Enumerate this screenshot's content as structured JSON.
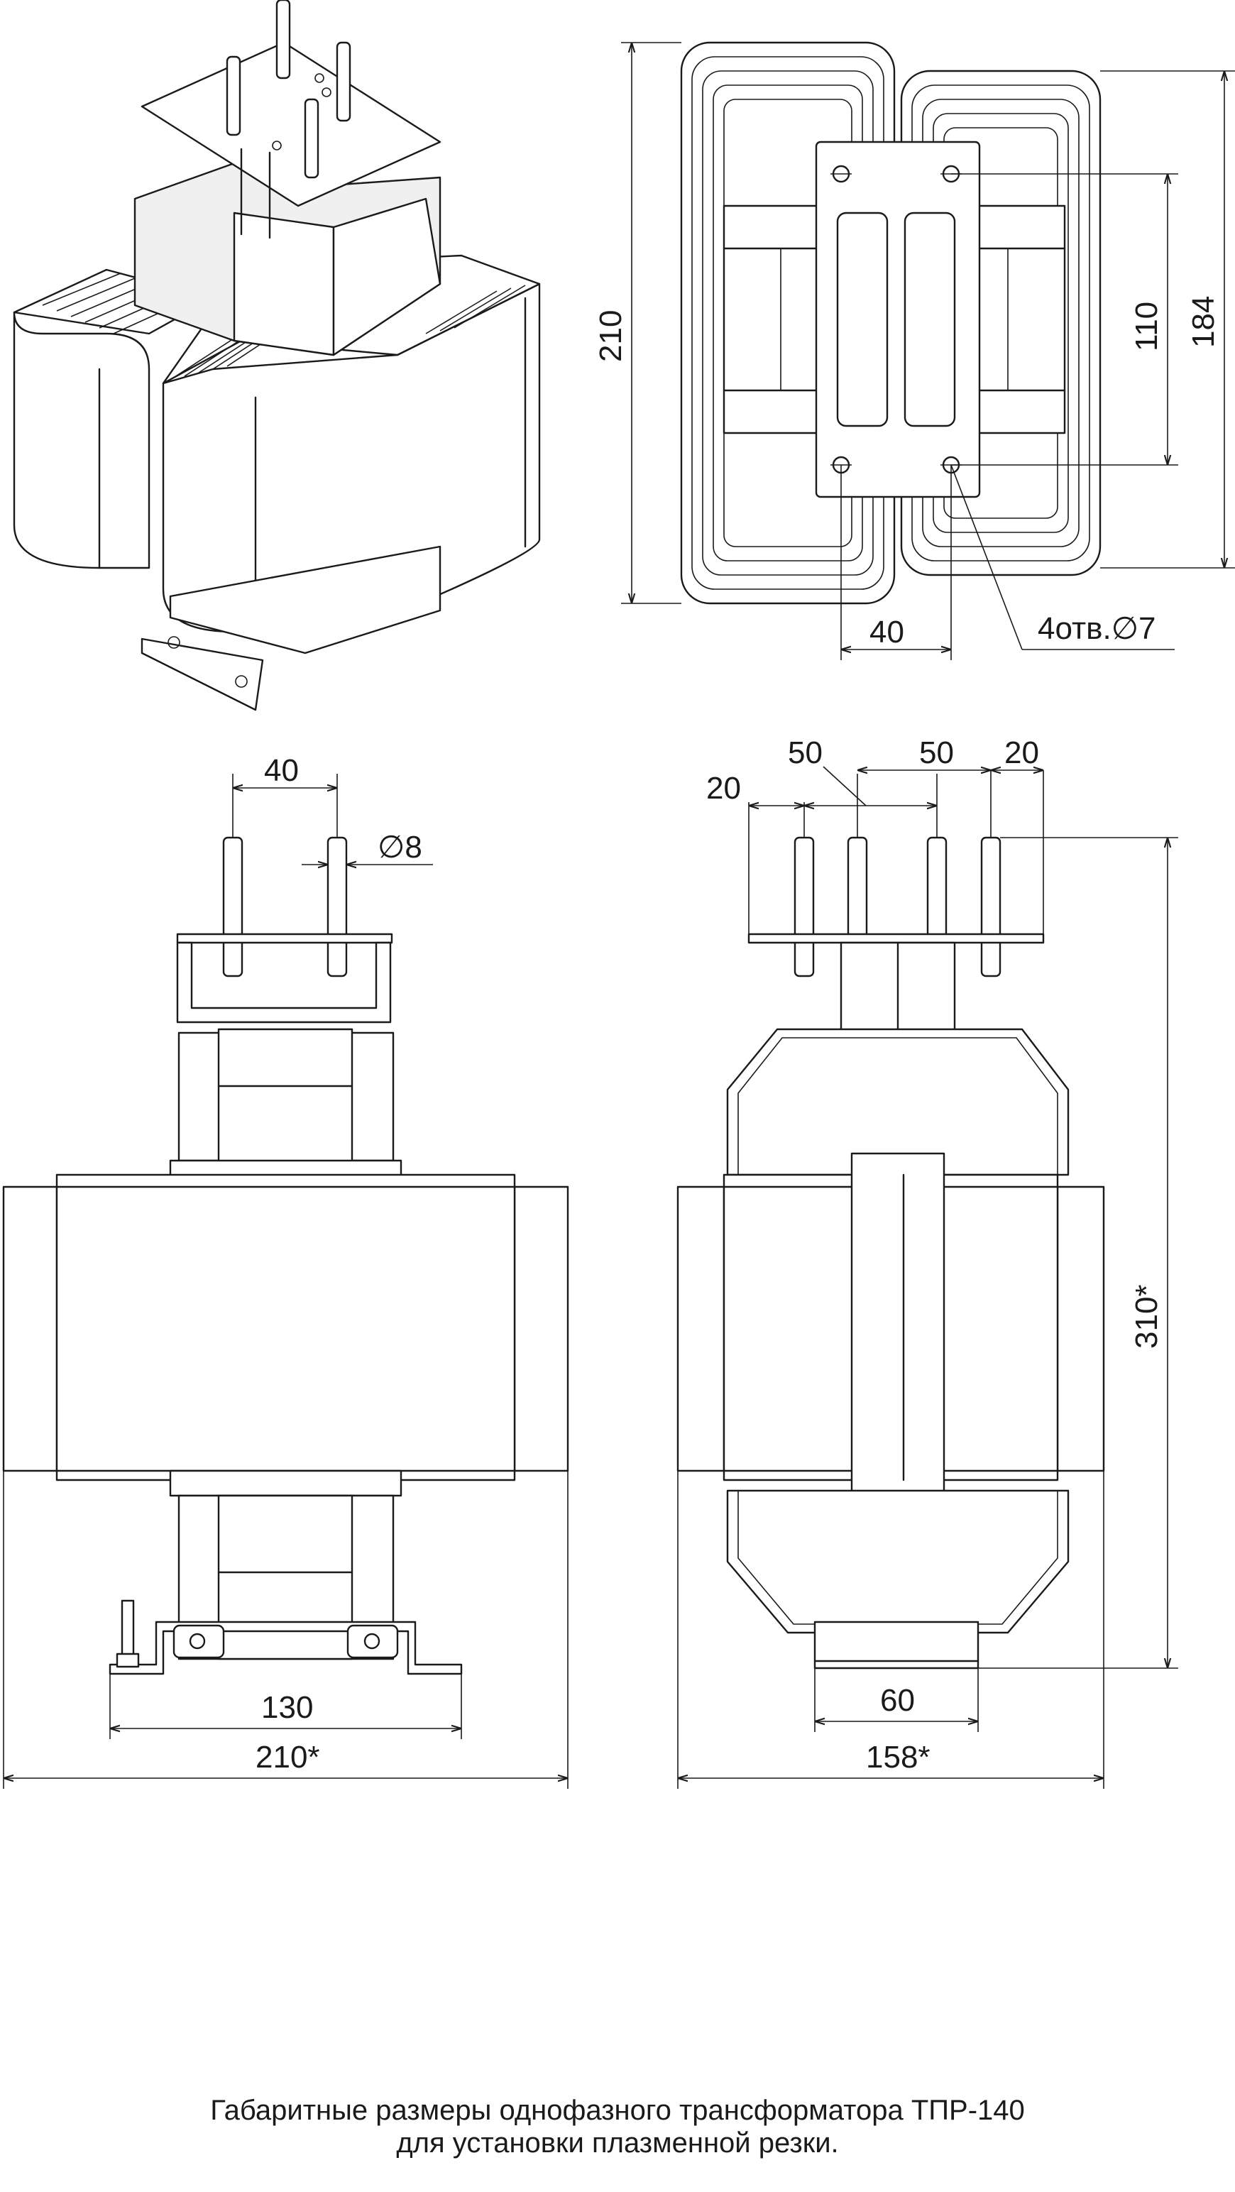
{
  "dimensions": {
    "top_view_height": "210",
    "top_view_outer_holes": "184",
    "top_view_inner_holes": "110",
    "top_view_hole_spacing": "40",
    "top_view_holes_note": "4отв.∅7",
    "front_terminal_spacing": "40",
    "front_terminal_diameter": "∅8",
    "front_mount_spacing": "130",
    "front_width": "210*",
    "side_edge_left": "20",
    "side_terminal_spacing_1": "50",
    "side_terminal_spacing_2": "50",
    "side_edge_right": "20",
    "side_height": "310*",
    "side_base": "60",
    "side_width": "158*"
  },
  "caption": {
    "line1": "Габаритные размеры однофазного трансформатора ТПР-140",
    "line2": "для установки плазменной резки."
  },
  "colors": {
    "line": "#1a1a1a",
    "background": "#ffffff"
  }
}
